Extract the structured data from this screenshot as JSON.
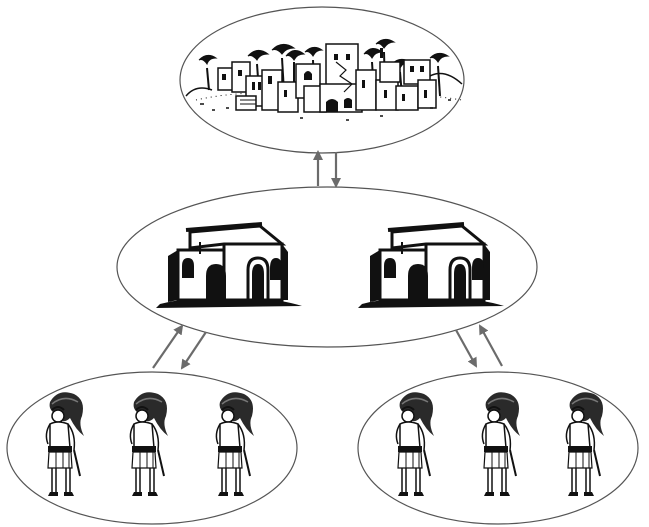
{
  "diagram": {
    "nodes": [
      {
        "id": "city",
        "depicts": "walled-town-with-palm-trees"
      },
      {
        "id": "houses",
        "depicts": "two-flat-roofed-houses"
      },
      {
        "id": "workers-left",
        "depicts": "three-laborers-carrying-bundles"
      },
      {
        "id": "workers-right",
        "depicts": "three-laborers-carrying-bundles"
      }
    ],
    "edges": [
      {
        "from": "houses",
        "to": "city"
      },
      {
        "from": "city",
        "to": "houses"
      },
      {
        "from": "workers-left",
        "to": "houses"
      },
      {
        "from": "houses",
        "to": "workers-left"
      },
      {
        "from": "houses",
        "to": "workers-right"
      },
      {
        "from": "workers-right",
        "to": "houses"
      }
    ],
    "colors": {
      "outline": "#555555",
      "ink": "#111111",
      "arrow": "#6b6b6b",
      "background": "#ffffff"
    }
  }
}
